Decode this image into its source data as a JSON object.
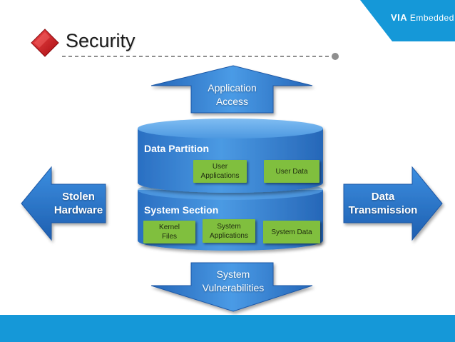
{
  "slide": {
    "title": "Security",
    "logo": {
      "brand": "VIA",
      "suffix": "Embedded"
    }
  },
  "diagram": {
    "top_arrow": "Application\nAccess",
    "bottom_arrow": "System\nVulnerabilities",
    "left_arrow": "Stolen\nHardware",
    "right_arrow": "Data\nTransmission",
    "data_partition": {
      "title": "Data Partition",
      "boxes": [
        "User\nApplications",
        "User Data"
      ]
    },
    "system_section": {
      "title": "System Section",
      "boxes": [
        "Kernel\nFiles",
        "System\nApplications",
        "System Data"
      ]
    }
  },
  "colors": {
    "accent_blue": "#1598d8",
    "arrow_blue": "#2e7fd6",
    "cylinder_blue": "#3a86d6",
    "box_green": "#80bf3e",
    "bullet_red": "#c8101a"
  }
}
